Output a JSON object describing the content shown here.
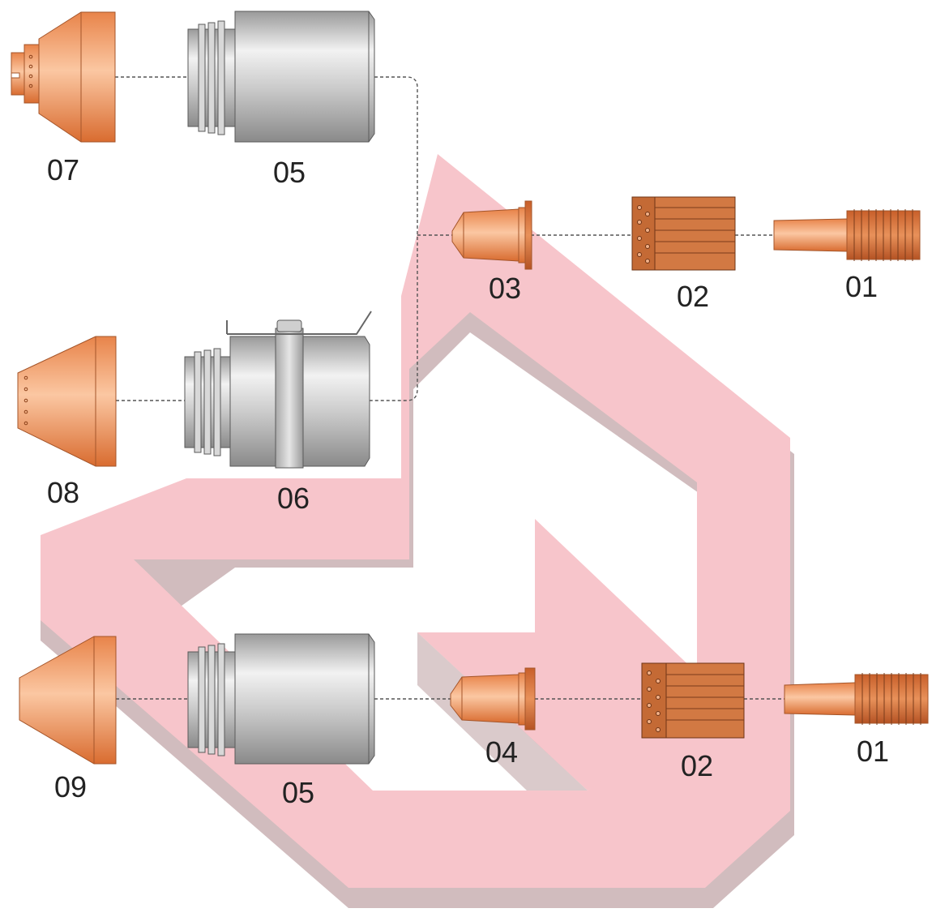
{
  "labels": {
    "row1": {
      "shield": "07",
      "retaining_cap": "05"
    },
    "row2": {
      "nozzle": "03",
      "swirl_ring": "02",
      "electrode": "01"
    },
    "row3": {
      "shield": "08",
      "retaining_cap": "06"
    },
    "row4": {
      "shield": "09",
      "retaining_cap": "05",
      "nozzle": "04",
      "swirl_ring": "02",
      "electrode": "01"
    }
  },
  "colors": {
    "copper_light": "#f6b48a",
    "copper_dark": "#e0763d",
    "steel_light": "#e6e6e6",
    "steel_dark": "#8c8c8c",
    "watermark": "#f2a0a8",
    "watermark_shadow": "#c9b1b3",
    "connector": "#555555"
  }
}
